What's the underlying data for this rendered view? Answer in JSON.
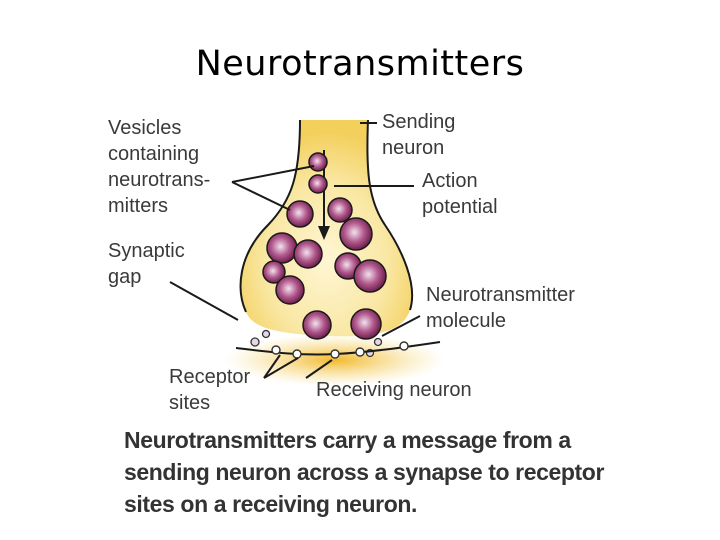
{
  "title": "Neurotransmitters",
  "labels": {
    "vesicles": [
      "Vesicles",
      "containing",
      "neurotrans-",
      "mitters"
    ],
    "sending": [
      "Sending",
      "neuron"
    ],
    "action": [
      "Action",
      "potential"
    ],
    "synaptic": [
      "Synaptic",
      "gap"
    ],
    "molecule": [
      "Neurotransmitter",
      "molecule"
    ],
    "receptor": [
      "Receptor",
      "sites"
    ],
    "receiving": "Receiving neuron"
  },
  "caption": [
    "Neurotransmitters carry a message from a",
    "sending neuron across a synapse to receptor",
    "sites on a receiving neuron."
  ],
  "colors": {
    "terminal_fill": "#f7df8e",
    "terminal_glow": "#f4c23c",
    "vesicle": "#8b2d63",
    "outline": "#1a1a1a",
    "text": "#3a3a3a"
  }
}
